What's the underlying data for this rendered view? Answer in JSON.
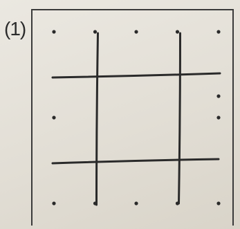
{
  "problem": {
    "label": "(1)"
  },
  "figure": {
    "ink_color": "#2a2a2a",
    "dot_grid": {
      "columns": 5,
      "rows": 5,
      "dots": [
        [
          0,
          0
        ],
        [
          1,
          0
        ],
        [
          2,
          0
        ],
        [
          3,
          0
        ],
        [
          4,
          0
        ],
        [
          0,
          2
        ],
        [
          4,
          2
        ],
        [
          4,
          1.5
        ],
        [
          0,
          4
        ],
        [
          1,
          4
        ],
        [
          2,
          4
        ],
        [
          3,
          4
        ],
        [
          4,
          4
        ]
      ]
    },
    "lines": [
      {
        "from": [
          0,
          1
        ],
        "to": [
          4,
          1
        ]
      },
      {
        "from": [
          0,
          3
        ],
        "to": [
          4,
          3
        ]
      },
      {
        "from": [
          1,
          0
        ],
        "to": [
          1,
          4
        ]
      },
      {
        "from": [
          3,
          0
        ],
        "to": [
          3,
          4
        ]
      }
    ]
  }
}
